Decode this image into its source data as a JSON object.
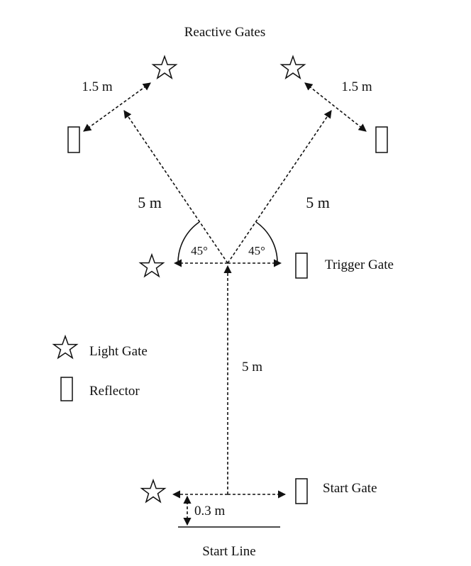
{
  "labels": {
    "reactive_gates": "Reactive Gates",
    "dist_left_reflector": "1.5 m",
    "dist_right_reflector": "1.5 m",
    "dist_left_diagonal": "5 m",
    "dist_right_diagonal": "5 m",
    "angle_left": "45°",
    "angle_right": "45°",
    "trigger_gate": "Trigger Gate",
    "dist_center": "5 m",
    "start_gate": "Start Gate",
    "offset_start": "0.3 m",
    "start_line": "Start Line"
  },
  "legend": {
    "light_gate": "Light Gate",
    "reflector": "Reflector"
  },
  "icons": {
    "light_gate": "star-icon",
    "reflector": "rectangle-icon"
  }
}
